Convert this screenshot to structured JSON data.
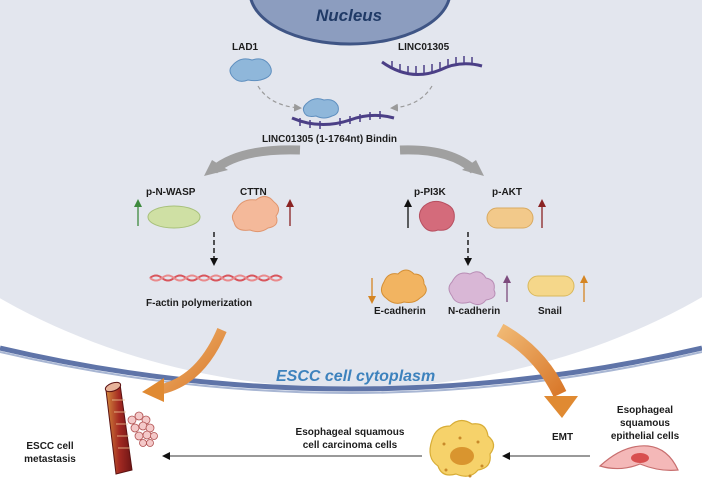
{
  "nucleus_label": "Nucleus",
  "cytoplasm_label": "ESCC cell cytoplasm",
  "molecules": {
    "lad1": "LAD1",
    "linc": "LINC01305",
    "binding": "LINC01305  (1-1764nt)  Bindin"
  },
  "left_pathway": {
    "pnwasp": "p-N-WASP",
    "cttn": "CTTN",
    "factin": "F-actin polymerization"
  },
  "right_pathway": {
    "pi3k": "p-PI3K",
    "akt": "p-AKT",
    "ecad": "E-cadherin",
    "ncad": "N-cadherin",
    "snail": "Snail"
  },
  "bottom": {
    "emt": "EMT",
    "epithelial": "Esophageal squamous epithelial cells",
    "carcinoma": "Esophageal squamous cell carcinoma cells",
    "metastasis": "ESCC cell metastasis"
  },
  "colors": {
    "cytoplasm": "#e3e6ee",
    "nucleus": "#8c9dbf",
    "membrane": "#5f74a8",
    "arrow_orange": "#e08a32",
    "arrow_grey": "#9a9a9a",
    "up_green": "#3e8a3e",
    "up_red": "#8a2323",
    "up_orange": "#d58523",
    "up_purple": "#7d4b7d"
  }
}
